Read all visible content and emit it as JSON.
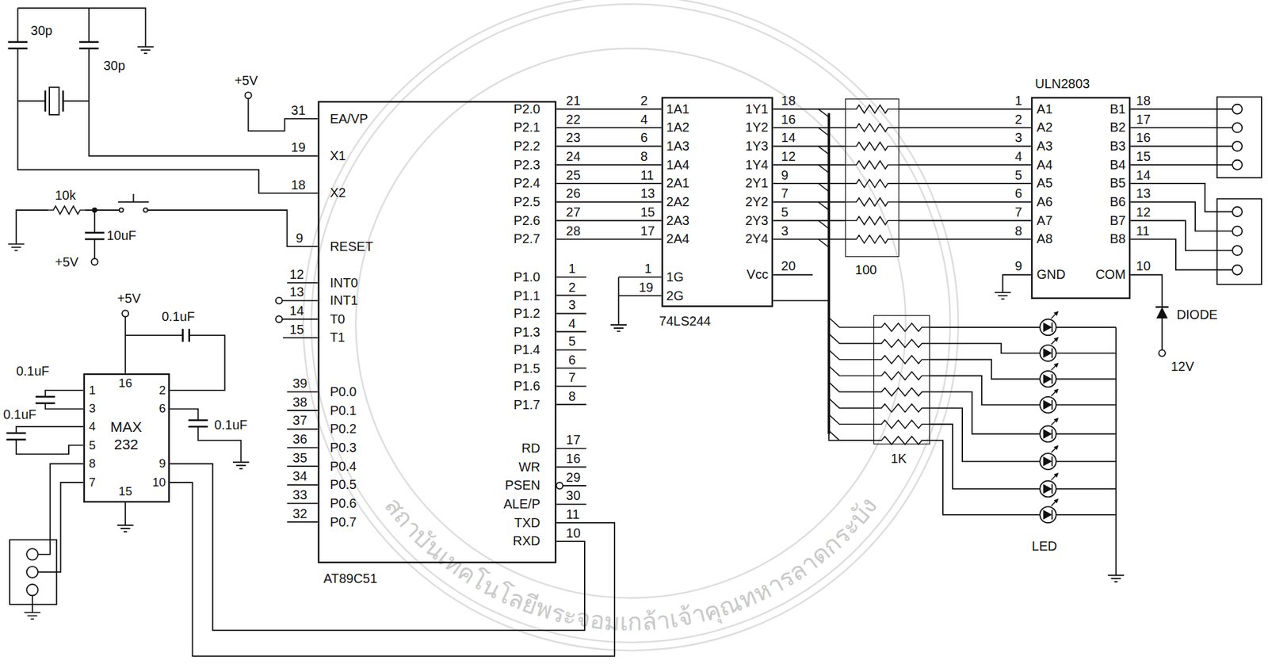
{
  "diagram": {
    "nodes": [
      {
        "text": [
          "AT89C51",
          "EA/VP",
          "X1",
          "X2",
          "RESET",
          "INT0",
          "INT1",
          "T0",
          "T1",
          "P0.0",
          "P0.1",
          "P0.2",
          "P0.3",
          "P0.4",
          "P0.5",
          "P0.6",
          "P0.7",
          "P2.0",
          "P2.1",
          "P2.2",
          "P2.3",
          "P2.4",
          "P2.5",
          "P2.6",
          "P2.7",
          "P1.0",
          "P1.1",
          "P1.2",
          "P1.3",
          "P1.4",
          "P1.5",
          "P1.6",
          "P1.7",
          "RD",
          "WR",
          "PSEN",
          "ALE/P",
          "TXD",
          "RXD"
        ]
      },
      {
        "text": [
          "74LS244",
          "1A1",
          "1A2",
          "1A3",
          "1A4",
          "2A1",
          "2A2",
          "2A3",
          "2A4",
          "1G",
          "2G",
          "1Y1",
          "1Y2",
          "1Y3",
          "1Y4",
          "2Y1",
          "2Y2",
          "2Y3",
          "2Y4",
          "Vcc"
        ]
      },
      {
        "text": [
          "100"
        ]
      },
      {
        "text": [
          "ULN2803",
          "A1",
          "A2",
          "A3",
          "A4",
          "A5",
          "A6",
          "A7",
          "A8",
          "GND",
          "B1",
          "B2",
          "B3",
          "B4",
          "B5",
          "B6",
          "B7",
          "B8",
          "COM"
        ]
      },
      {
        "text": [
          "1K"
        ]
      },
      {
        "text": [
          "MAX 232",
          "16",
          "1",
          "3",
          "4",
          "5",
          "8",
          "7",
          "2",
          "6",
          "9",
          "10",
          "15"
        ]
      }
    ],
    "edges": [
      {
        "from": 0,
        "to": 1,
        "arrow": "none"
      },
      {
        "from": 0,
        "to": 1,
        "arrow": "none"
      },
      {
        "from": 0,
        "to": 1,
        "arrow": "none"
      },
      {
        "from": 0,
        "to": 1,
        "arrow": "none"
      },
      {
        "from": 0,
        "to": 1,
        "arrow": "none"
      },
      {
        "from": 0,
        "to": 1,
        "arrow": "none"
      },
      {
        "from": 0,
        "to": 1,
        "arrow": "none"
      },
      {
        "from": 0,
        "to": 1,
        "arrow": "none"
      },
      {
        "from": 1,
        "to": 2,
        "arrow": "none"
      },
      {
        "from": 1,
        "to": 2,
        "arrow": "none"
      },
      {
        "from": 1,
        "to": 2,
        "arrow": "none"
      },
      {
        "from": 1,
        "to": 2,
        "arrow": "none"
      },
      {
        "from": 1,
        "to": 2,
        "arrow": "none"
      },
      {
        "from": 1,
        "to": 2,
        "arrow": "none"
      },
      {
        "from": 1,
        "to": 2,
        "arrow": "none"
      },
      {
        "from": 1,
        "to": 2,
        "arrow": "none"
      },
      {
        "from": 2,
        "to": 3,
        "arrow": "none"
      },
      {
        "from": 2,
        "to": 3,
        "arrow": "none"
      },
      {
        "from": 2,
        "to": 3,
        "arrow": "none"
      },
      {
        "from": 2,
        "to": 3,
        "arrow": "none"
      },
      {
        "from": 2,
        "to": 3,
        "arrow": "none"
      },
      {
        "from": 2,
        "to": 3,
        "arrow": "none"
      },
      {
        "from": 2,
        "to": 3,
        "arrow": "none"
      },
      {
        "from": 2,
        "to": 3,
        "arrow": "none"
      },
      {
        "from": 1,
        "to": 4,
        "arrow": "none"
      },
      {
        "from": 5,
        "to": 0,
        "arrow": "none"
      },
      {
        "from": 5,
        "to": 0,
        "arrow": "none"
      }
    ],
    "labels": [
      "30p",
      "30p",
      "+5V",
      "31",
      "19",
      "18",
      "10k",
      "10uF",
      "+5V",
      "9",
      "12",
      "13",
      "14",
      "15",
      "39",
      "38",
      "37",
      "36",
      "35",
      "34",
      "33",
      "32",
      "21",
      "22",
      "23",
      "24",
      "25",
      "26",
      "27",
      "28",
      "1",
      "2",
      "3",
      "4",
      "5",
      "6",
      "7",
      "8",
      "17",
      "16",
      "29",
      "30",
      "11",
      "10",
      "2",
      "4",
      "6",
      "8",
      "11",
      "13",
      "15",
      "17",
      "1",
      "19",
      "18",
      "16",
      "14",
      "12",
      "9",
      "7",
      "5",
      "3",
      "20",
      "1",
      "2",
      "3",
      "4",
      "5",
      "6",
      "7",
      "8",
      "9",
      "18",
      "17",
      "16",
      "15",
      "14",
      "13",
      "12",
      "11",
      "10",
      "DIODE",
      "12V",
      "LED",
      "+5V",
      "0.1uF",
      "0.1uF",
      "0.1uF",
      "0.1uF",
      "สถาบันเทคโนโลยีพระจอมเกล้าเจ้าคุณทหารลาดกระบัง"
    ]
  }
}
